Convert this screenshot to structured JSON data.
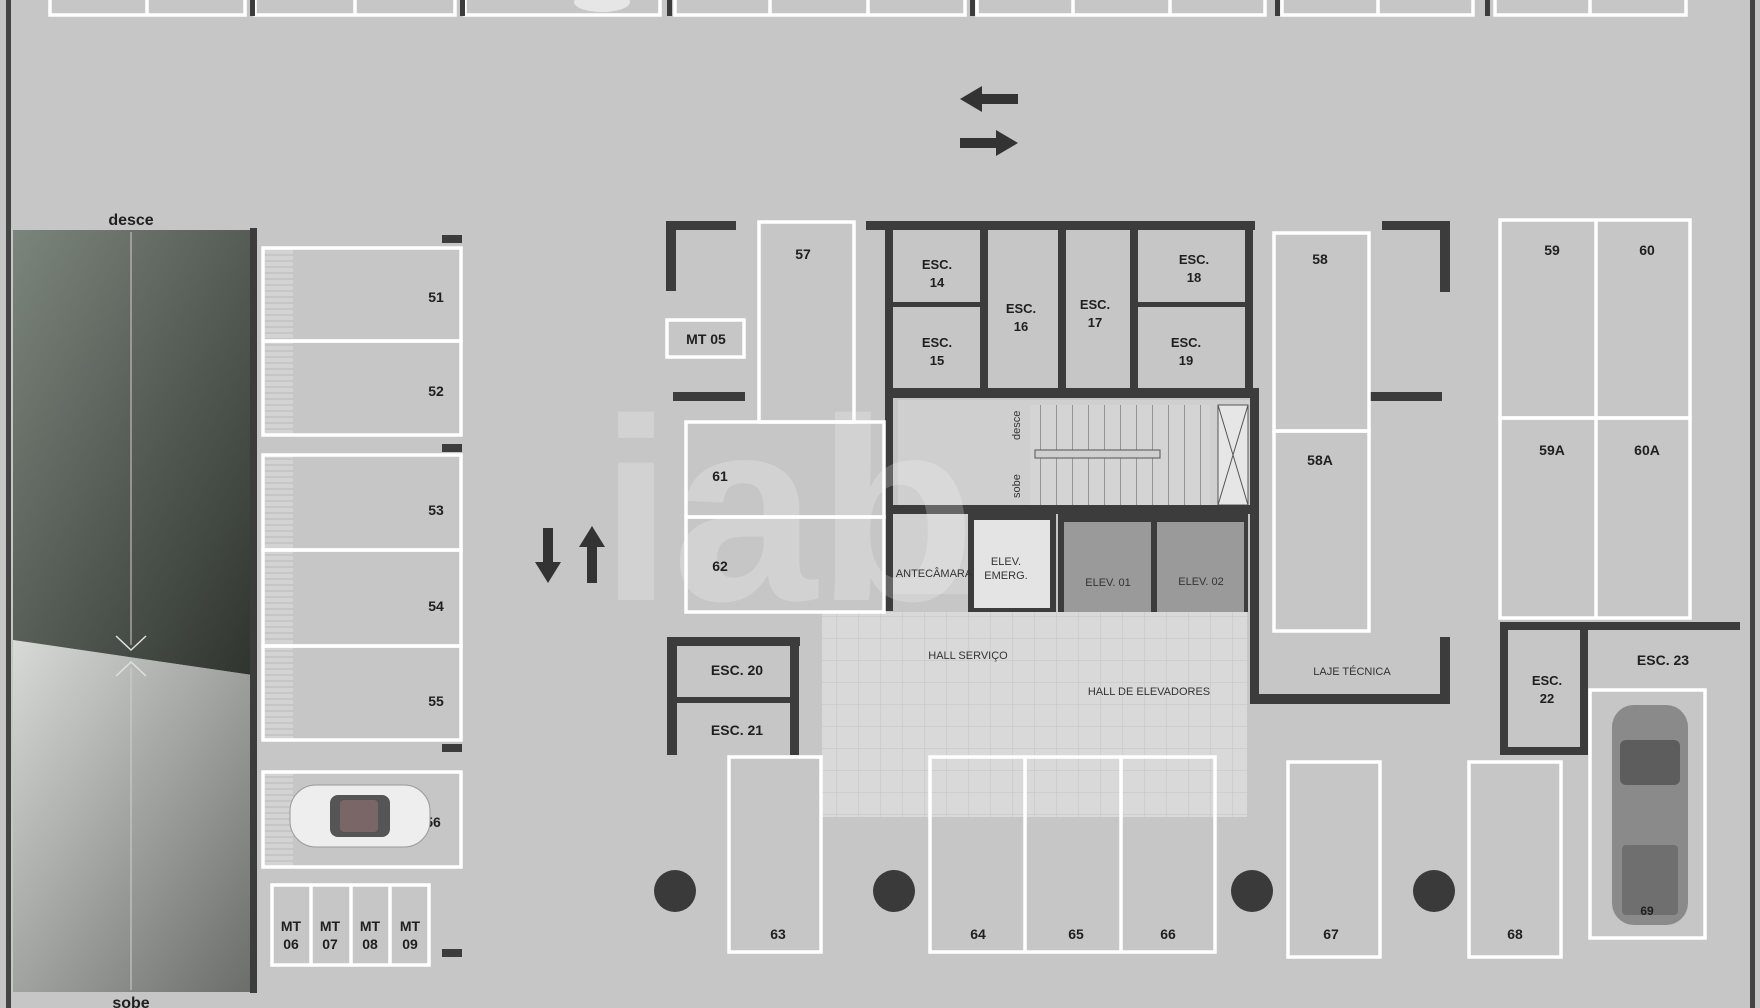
{
  "ramp": {
    "top_label": "desce",
    "bottom_label": "sobe"
  },
  "parking_spots": {
    "s51": "51",
    "s52": "52",
    "s53": "53",
    "s54": "54",
    "s55": "55",
    "s56": "56",
    "s57": "57",
    "s58": "58",
    "s58a": "58A",
    "s59": "59",
    "s60": "60",
    "s59a": "59A",
    "s60a": "60A",
    "s61": "61",
    "s62": "62",
    "s63": "63",
    "s64": "64",
    "s65": "65",
    "s66": "66",
    "s67": "67",
    "s68": "68",
    "s69": "69"
  },
  "motorcycle_spots": {
    "mt05": "MT 05",
    "mt06": [
      "MT",
      "06"
    ],
    "mt07": [
      "MT",
      "07"
    ],
    "mt08": [
      "MT",
      "08"
    ],
    "mt09": [
      "MT",
      "09"
    ]
  },
  "storage_units": {
    "esc14": [
      "ESC.",
      "14"
    ],
    "esc15": [
      "ESC.",
      "15"
    ],
    "esc16": [
      "ESC.",
      "16"
    ],
    "esc17": [
      "ESC.",
      "17"
    ],
    "esc18": [
      "ESC.",
      "18"
    ],
    "esc19": [
      "ESC.",
      "19"
    ],
    "esc20": "ESC. 20",
    "esc21": "ESC. 21",
    "esc22": [
      "ESC.",
      "22"
    ],
    "esc23": "ESC. 23"
  },
  "rooms": {
    "antecamara": "ANTECÂMARA",
    "elev_emerg": [
      "ELEV.",
      "EMERG."
    ],
    "elev01": "ELEV. 01",
    "elev02": "ELEV. 02",
    "hall_servico": "HALL SERVIÇO",
    "hall_elevadores": "HALL DE ELEVADORES",
    "laje_tecnica": "LAJE TÉCNICA"
  },
  "stairs": {
    "down": "desce",
    "up": "sobe"
  },
  "watermark": "iab",
  "colors": {
    "floor": "#c6c6c6",
    "slot_line": "#ffffff",
    "wall": "#3c3c3c",
    "column": "#3a3a3a",
    "ramp": "#6f776f"
  }
}
